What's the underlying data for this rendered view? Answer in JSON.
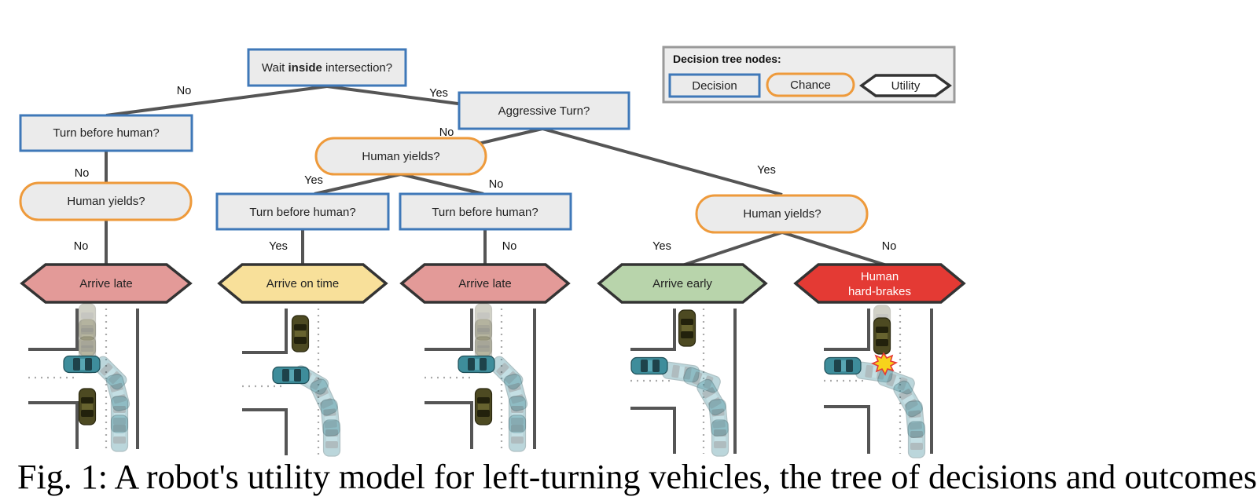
{
  "colors": {
    "decision_border": "#3f78b8",
    "chance_border": "#ee9a3b",
    "node_fill": "#ebebeb",
    "arrive_late": "#e39a98",
    "arrive_on_time": "#f8e09a",
    "arrive_early": "#b8d4ab",
    "hard_brakes": "#e43a34",
    "teal_car": "#3e8d9b",
    "olive_car": "#4d4a22"
  },
  "legend": {
    "title": "Decision tree nodes:",
    "decision": "Decision",
    "chance": "Chance",
    "utility": "Utility"
  },
  "nodes": {
    "root": {
      "pre": "Wait ",
      "bold": "inside",
      "post": " intersection?"
    },
    "turn_before_left": "Turn before human?",
    "human_yields_left": "Human yields?",
    "aggressive_turn": "Aggressive Turn?",
    "human_yields_mid": "Human yields?",
    "turn_before_mid_yes": "Turn before human?",
    "turn_before_mid_no": "Turn before human?",
    "human_yields_right": "Human yields?"
  },
  "utilities": {
    "u1": "Arrive late",
    "u2": "Arrive on time",
    "u3": "Arrive late",
    "u4": "Arrive early",
    "u5": [
      "Human",
      "hard-brakes"
    ]
  },
  "edge_labels": {
    "root_no": "No",
    "root_yes": "Yes",
    "tb_left_no": "No",
    "hy_left_no": "No",
    "agg_no": "No",
    "agg_yes": "Yes",
    "hy_mid_yes": "Yes",
    "hy_mid_no": "No",
    "tb_mid_yes": "Yes",
    "tb_mid_no": "No",
    "hy_right_yes": "Yes",
    "hy_right_no": "No"
  },
  "caption": "Fig. 1: A robot's utility model for left-turning vehicles, the tree of decisions and outcomes"
}
